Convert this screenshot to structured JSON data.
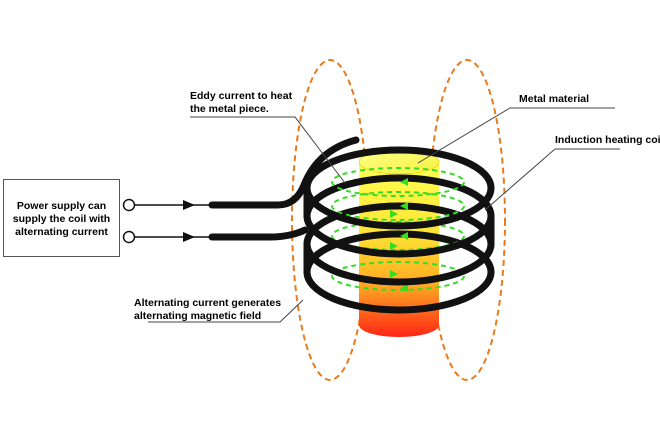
{
  "labels": {
    "eddy_current": "Eddy current to heat\nthe metal piece.",
    "metal_material": "Metal material",
    "induction_coil": "Induction heating coil",
    "power_supply": "Power supply can\nsupply the coil with\nalternating current",
    "alternating_field": "Alternating current generates\nalternating magnetic field"
  },
  "colors": {
    "coil": "#111111",
    "field_lines": "#e87b1c",
    "eddy_current": "#33dd22",
    "metal_top": "#ffff66",
    "metal_bottom": "#ff2a1a",
    "leader_lines": "#444444"
  }
}
